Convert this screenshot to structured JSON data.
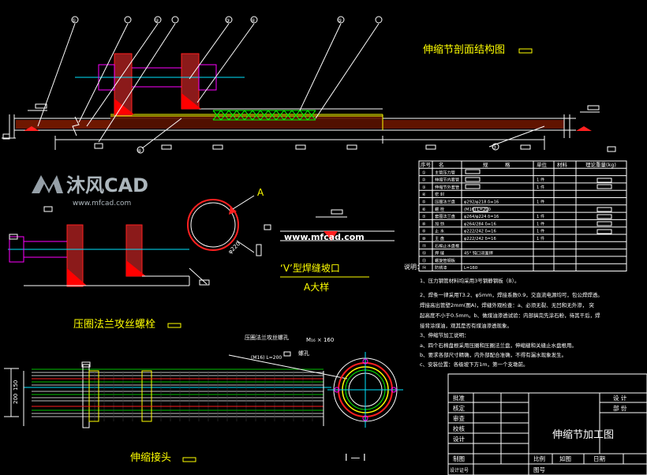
{
  "watermark": {
    "brand": "沐风CAD",
    "brand_url": "www.mfcad.com",
    "center_url": "www.mfcad.com"
  },
  "titles": {
    "section_view": "伸缩节剖面结构图",
    "flange_detail": "压圈法兰攻丝螺栓",
    "weld_groove": "‘V’型焊缝坡口",
    "detail_a": "A大样",
    "joint": "伸缩接头",
    "section_ii": "I — I",
    "mark_a": "A"
  },
  "callouts": [
    "①",
    "②",
    "③",
    "④",
    "⑤",
    "⑥",
    "⑦"
  ],
  "bom": {
    "headers": [
      "序号",
      "名",
      "规",
      "格",
      "单位",
      "材料",
      "理论重量(kg)"
    ],
    "rows": [
      {
        "no": "①",
        "name": "主管压力管",
        "spec": "",
        "unit": ""
      },
      {
        "no": "②",
        "name": "伸缩节内套管",
        "spec": "",
        "unit": "1 件"
      },
      {
        "no": "③",
        "name": "伸缩节外套管",
        "spec": "",
        "unit": "1 件"
      },
      {
        "no": "④",
        "name": "密  封",
        "spec": "",
        "unit": ""
      },
      {
        "no": "⑤",
        "name": "压圈法兰盘",
        "spec": "φ292/φ218  δ=16",
        "unit": "1 件"
      },
      {
        "no": "⑥",
        "name": "螺  栓",
        "spec": "(M16)  L=200",
        "unit": ""
      },
      {
        "no": "⑦",
        "name": "套圈法兰盘",
        "spec": "φ264/φ224  δ=16",
        "unit": "1 件"
      },
      {
        "no": "⑧",
        "name": "加  劲",
        "spec": "φ264/284  δ=16",
        "unit": "1 件"
      },
      {
        "no": "⑨",
        "name": "止  水",
        "spec": "φ222/242  δ=16",
        "unit": "1 件"
      },
      {
        "no": "⑩",
        "name": "主  盘",
        "spec": "φ222/242  δ=16",
        "unit": "1 件"
      },
      {
        "no": "⑪",
        "name": "石棉止水盘根",
        "spec": "",
        "unit": ""
      },
      {
        "no": "⑫",
        "name": "焊  缝",
        "spec": "45° 钝口双面焊",
        "unit": ""
      },
      {
        "no": "⑬",
        "name": "螺旋管钢板",
        "spec": "",
        "unit": ""
      },
      {
        "no": "⑭",
        "name": "防锈漆",
        "spec": "L=160",
        "unit": ""
      }
    ]
  },
  "notes": {
    "heading": "说明：",
    "items": [
      "1、压力钢管材料均采用3号钢静钢板（B）。",
      "2、焊条一律采用T3.2、φ5mm，焊接系数0.9，交直流电源均可，包公焊焊透。",
      "   焊接高出管壁2mm(图A)，焊缝外观检查：a、必须无裂、无凹和无外渗，   突",
      "   起高度不小于0.5mm。b、做煤油渗透试验：内部搞完先涂石粉，待其干后，焊",
      "   接背涂煤油，观其是否有煤油渗透现象。",
      "3、伸缩节加工说明：",
      "   a、四个石棉盘根采用压圈和压圈法兰盘，伸缩缝和关缝止水盘根用。",
      "   b、要求各部尺寸精确，内外部配合准确，不得有漏水现象发生。",
      "   c、安装位置：各级坡下方1m，第一个支墩前。"
    ]
  },
  "title_block": {
    "drawing_title": "伸缩节加工图",
    "left_labels": [
      "批准",
      "核定",
      "审查",
      "校核",
      "设计",
      "制图",
      "设计证号"
    ],
    "right_labels": [
      "设 计",
      "部 份"
    ],
    "bottom_labels": [
      "比例",
      "如图",
      "日期",
      "图号"
    ]
  },
  "dimensions": {
    "weld_mark": "M₁₆ × 160",
    "bolt_label": "压圈法兰攻丝螺孔",
    "bolt_hole": "螺孔",
    "bolt_len": "(M16)  L=200",
    "left_dim": "200",
    "left_dim2": "150",
    "pipe_dim": "φ220"
  },
  "colors": {
    "yellow": "#ffff00",
    "white": "#ffffff",
    "cyan": "#00e5ff",
    "magenta": "#ff00ff",
    "green": "#00ff00",
    "red": "#ff2020",
    "background": "#000000"
  }
}
